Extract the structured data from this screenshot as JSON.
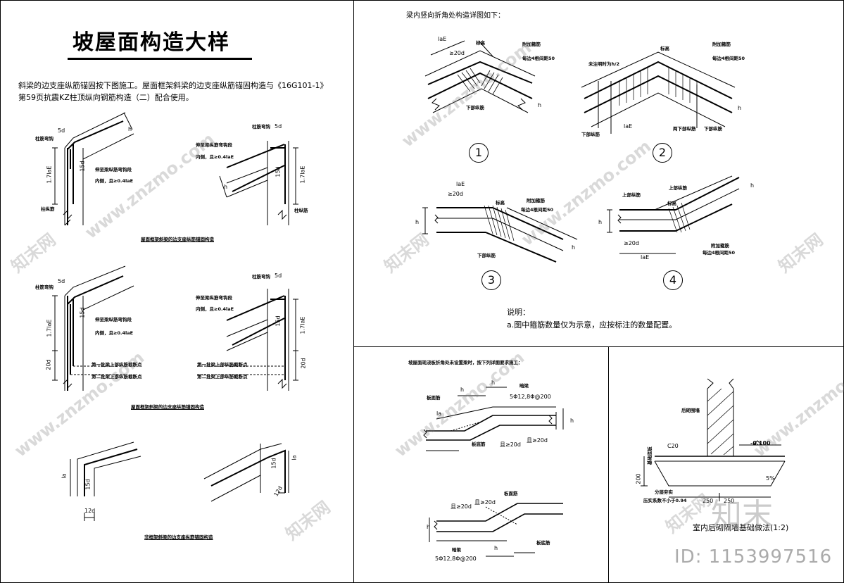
{
  "title": "坡屋面构造大样",
  "intro_line1": "斜梁的边支座纵筋锚固按下图施工。屋面框架斜梁的边支座纵筋锚固构造与《16G101-1》",
  "intro_line2": "第59页抗震KZ柱顶纵向钢筋构造（二）配合使用。",
  "left": {
    "captions": [
      "屋面框架斜梁的边支座纵筋锚固构造",
      "屋面框架斜梁的边支座纵筋锚固构造",
      "非框架斜梁的边支座纵筋锚固构造"
    ],
    "labels": {
      "column_bend": "柱筋弯钩",
      "five_d": "5d",
      "fifteen_d": "15d",
      "one_seven_lae": "1.7laE",
      "beam_top": "伸至梁纵筋弯钩段",
      "inner": "内侧，且≥0.4laE",
      "column_bar": "柱纵筋",
      "twenty_d": "20d",
      "first_cut": "第一批梁上部纵筋截断点",
      "second_cut": "第二批梁上部纵筋截断点",
      "la": "la",
      "twelve_d": "12d",
      "h": "h"
    }
  },
  "right_top": {
    "heading": "梁内竖向折角处构造详图如下：",
    "circles": [
      "1",
      "2",
      "3",
      "4"
    ],
    "labels": {
      "lae": "laE",
      "ge20d": "≥20d",
      "elevation": "标高",
      "extra_stirrup": "附加箍筋",
      "each_side": "每边4根间距50",
      "bottom_bar": "下部纵筋",
      "top_bar": "上部纵筋",
      "h": "h",
      "lae_half": "未注明时为h/2",
      "two_bars": "两下部纵筋"
    },
    "note_title": "说明：",
    "note_text": "a.图中箍筋数量仅为示意，应按标注的数量配置。"
  },
  "bottom_mid": {
    "heading": "坡屋面现浇板折角处未设置梁时，按下列详图要求施工：",
    "labels": {
      "h": "h",
      "board_bar": "板面筋",
      "board_bottom": "板底筋",
      "dark_bar": "暗梁",
      "rebar": "5Φ12,8Φ@200",
      "ge20d": "且≥20d",
      "la": "la"
    }
  },
  "bottom_right": {
    "labels": {
      "later_wall": "后砌围墙",
      "c20": "C20",
      "level": "-0.100",
      "dim200": "200",
      "dim250a": "250",
      "dim250b": "250",
      "slope": "5%",
      "base": "基础底板",
      "soil": "分层夯实",
      "compact": "压实系数不小于0.94",
      "caption": "室内后砌隔墙基础做法(1:2)"
    }
  },
  "watermark": {
    "site": "www.znzmo.com",
    "brand": "知末网",
    "logo": "知末",
    "id": "ID: 1153997516"
  }
}
